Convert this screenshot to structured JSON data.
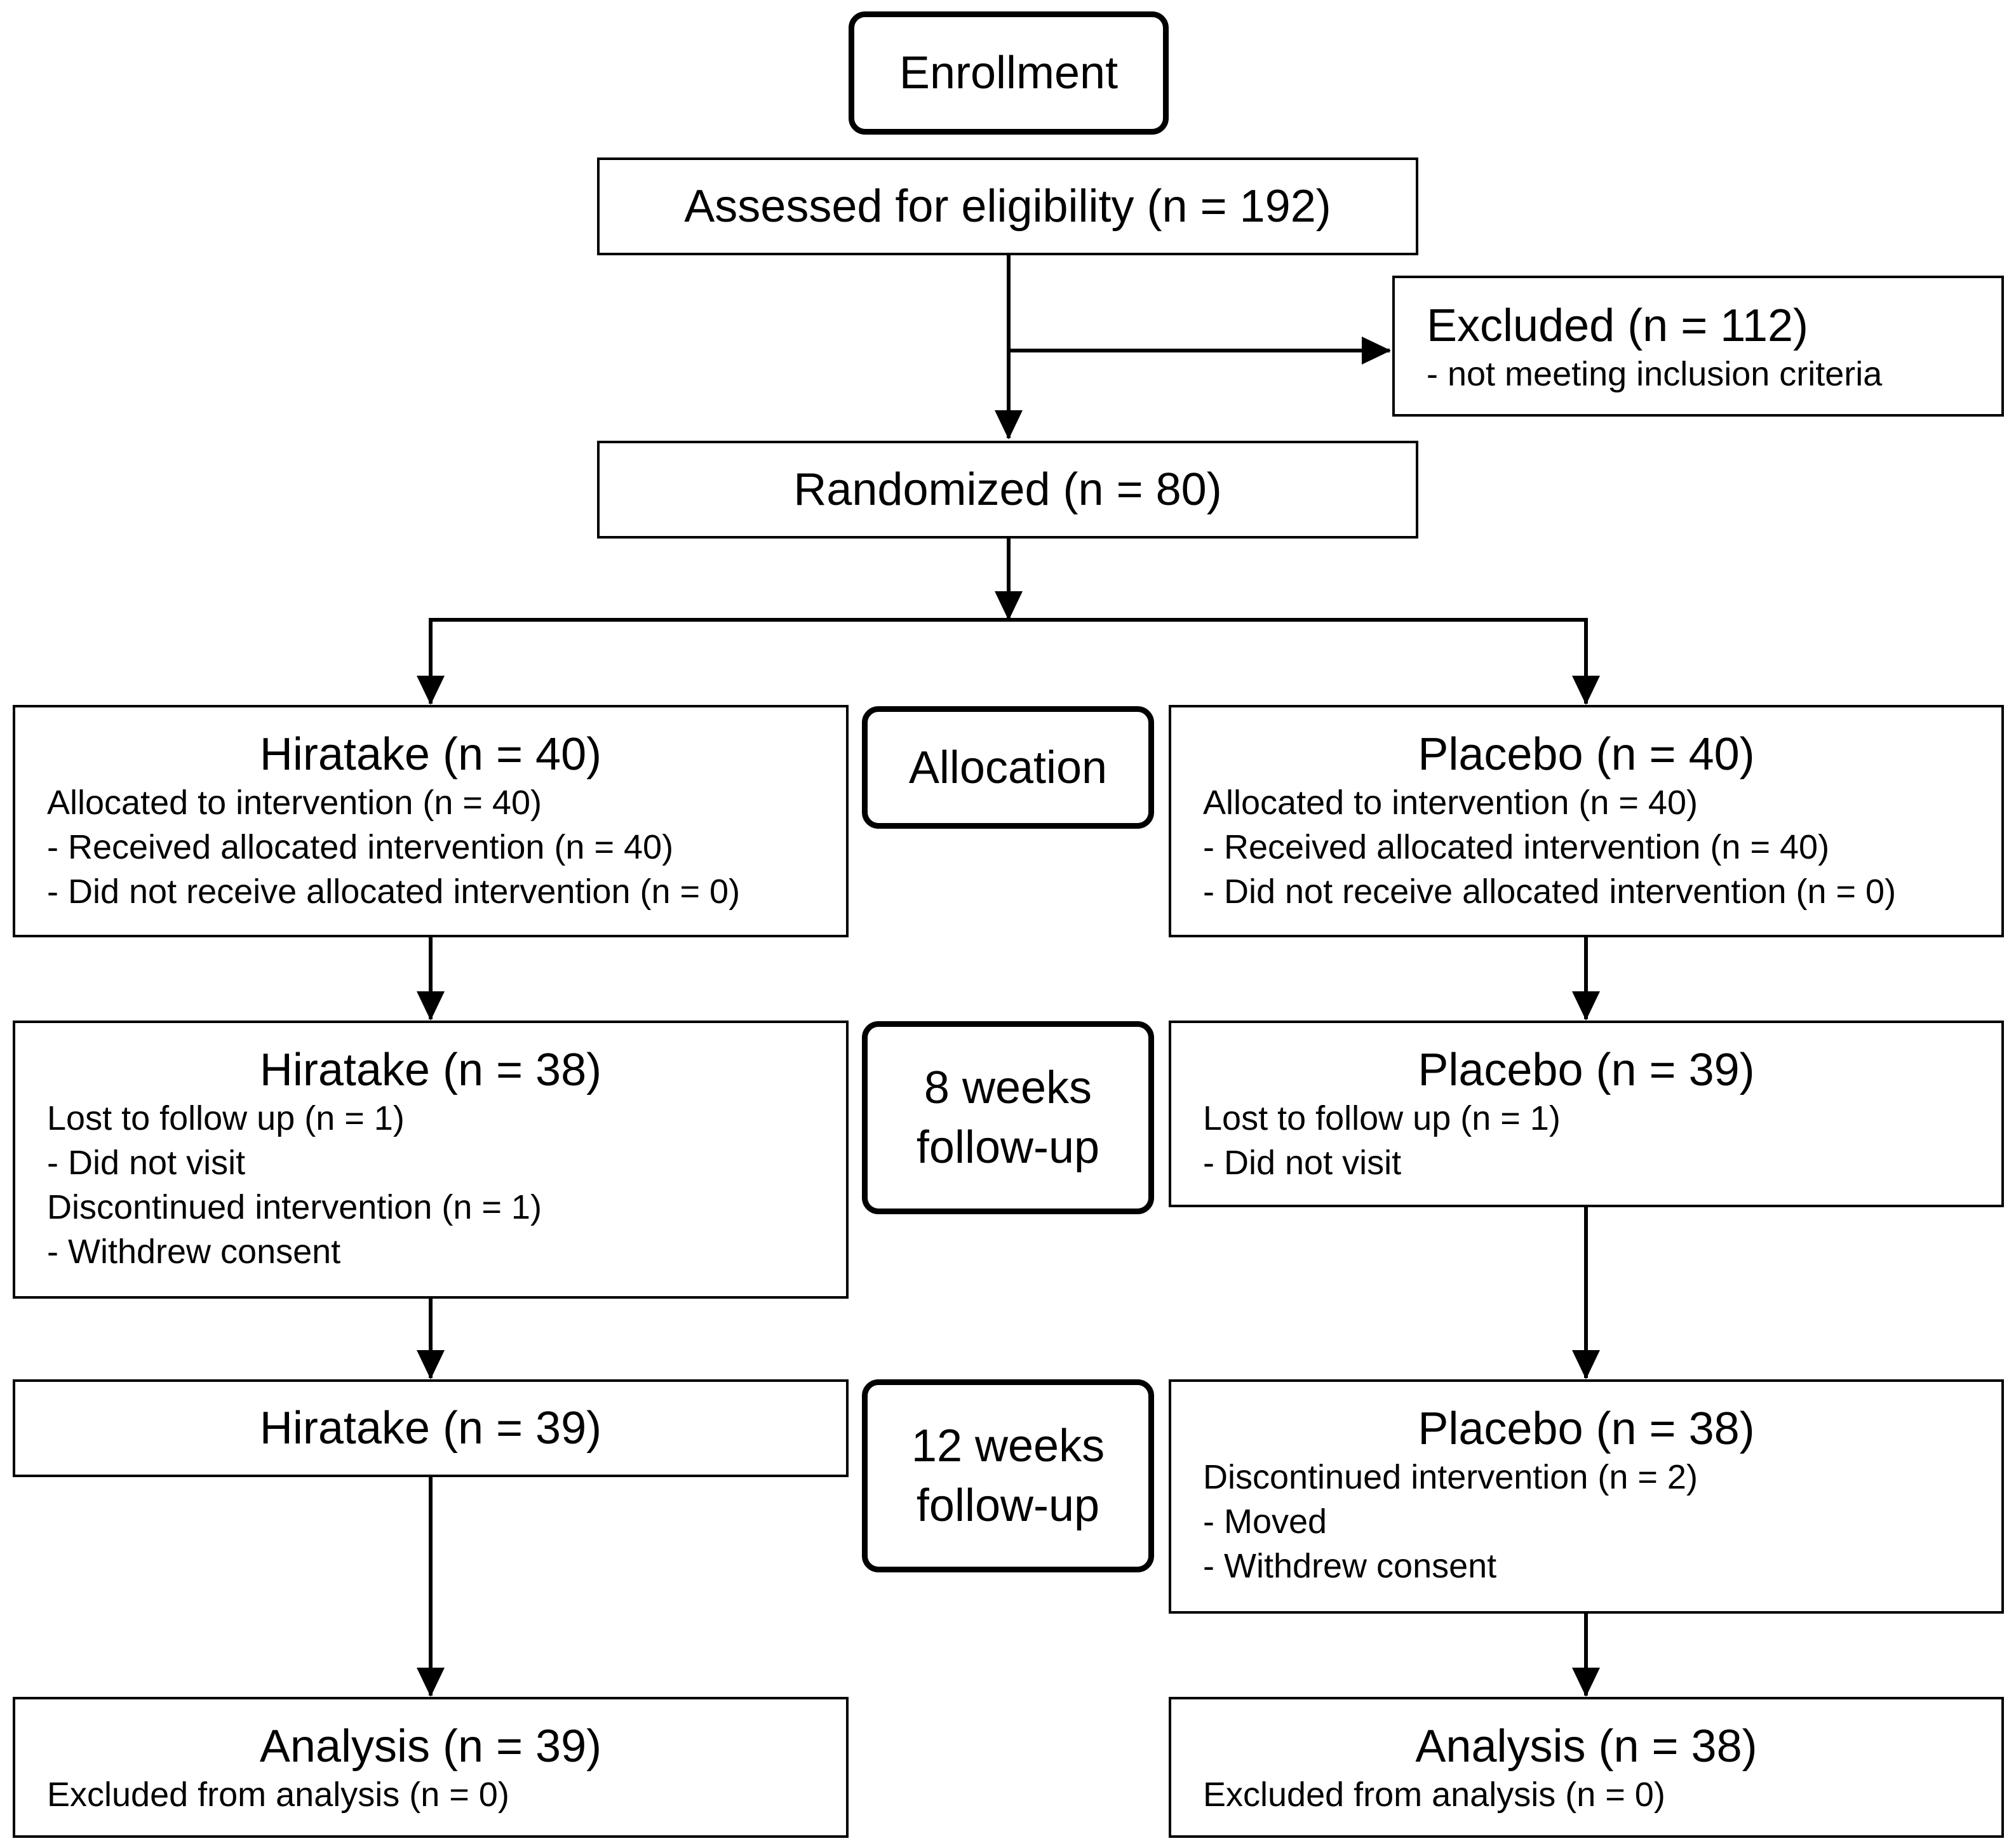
{
  "stages": {
    "enrollment": "Enrollment",
    "allocation": "Allocation",
    "week8": [
      "8 weeks",
      "follow-up"
    ],
    "week12": [
      "12 weeks",
      "follow-up"
    ]
  },
  "assessed": "Assessed for eligibility (n = 192)",
  "excluded": {
    "title": "Excluded (n = 112)",
    "lines": [
      "- not meeting inclusion criteria"
    ]
  },
  "randomized": "Randomized (n = 80)",
  "hiratake": {
    "allocation": {
      "title": "Hiratake (n = 40)",
      "lines": [
        "Allocated to intervention (n = 40)",
        "- Received allocated intervention (n = 40)",
        "- Did not receive allocated intervention (n = 0)"
      ]
    },
    "week8": {
      "title": "Hiratake (n = 38)",
      "lines": [
        "Lost to follow up (n = 1)",
        "- Did not visit",
        "Discontinued intervention (n = 1)",
        "- Withdrew consent"
      ]
    },
    "week12": {
      "title": "Hiratake (n = 39)"
    },
    "analysis": {
      "title": "Analysis (n = 39)",
      "lines": [
        "Excluded from analysis (n = 0)"
      ]
    }
  },
  "placebo": {
    "allocation": {
      "title": "Placebo (n = 40)",
      "lines": [
        "Allocated to intervention (n = 40)",
        "- Received allocated intervention (n = 40)",
        "- Did not receive allocated intervention (n = 0)"
      ]
    },
    "week8": {
      "title": "Placebo (n = 39)",
      "lines": [
        "Lost to follow up (n = 1)",
        "- Did not visit"
      ]
    },
    "week12": {
      "title": "Placebo (n = 38)",
      "lines": [
        "Discontinued intervention (n = 2)",
        "- Moved",
        "- Withdrew consent"
      ]
    },
    "analysis": {
      "title": "Analysis (n = 38)",
      "lines": [
        "Excluded from analysis (n = 0)"
      ]
    }
  }
}
